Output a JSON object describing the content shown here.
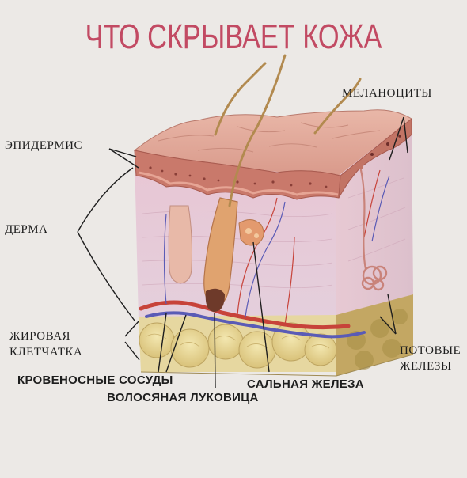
{
  "title": "ЧТО СКРЫВАЕТ КОЖА",
  "labels": {
    "melanocytes": "МЕЛАНОЦИТЫ",
    "epidermis": "ЭПИДЕРМИС",
    "dermis": "ДЕРМА",
    "fat_line1": "ЖИРОВАЯ",
    "fat_line2": "КЛЕТЧАТКА",
    "sweat_line1": "ПОТОВЫЕ",
    "sweat_line2": "ЖЕЛЕЗЫ",
    "blood_vessels": "КРОВЕНОСНЫЕ СОСУДЫ",
    "sebaceous_gland": "САЛЬНАЯ ЖЕЛЕЗА",
    "hair_bulb": "ВОЛОСЯНАЯ ЛУКОВИЦА"
  }
}
